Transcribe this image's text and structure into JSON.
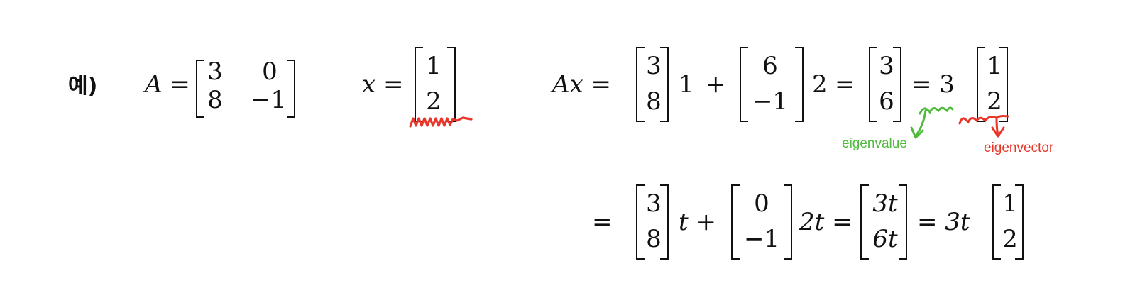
{
  "label": "예)",
  "eq_A": {
    "lhs": "A =",
    "matrix": {
      "r1c1": "3",
      "r1c2": "0",
      "r2c1": "8",
      "r2c2": "−1"
    }
  },
  "eq_x": {
    "lhs": "x =",
    "vector": [
      "1",
      "2"
    ]
  },
  "eq_Ax": {
    "lhs": "Ax =",
    "v1": [
      "3",
      "8"
    ],
    "s1": "1",
    "plus": "+",
    "v2": [
      "6",
      "−1"
    ],
    "s2": "2",
    "eq1": "=",
    "v3": [
      "3",
      "6"
    ],
    "eq2": "= 3",
    "v4": [
      "1",
      "2"
    ]
  },
  "eq_t": {
    "eq0": "=",
    "v1": [
      "3",
      "8"
    ],
    "s1": "t +",
    "v2": [
      "0",
      "−1"
    ],
    "s2": "2t =",
    "v3": [
      "3t",
      "6t"
    ],
    "eq2": "= 3t",
    "v4": [
      "1",
      "2"
    ]
  },
  "annotations": {
    "eigenvalue": "eigenvalue",
    "eigenvector": "eigenvector"
  },
  "colors": {
    "ink": "#111111",
    "green": "#4fba3c",
    "red": "#e8362a"
  }
}
